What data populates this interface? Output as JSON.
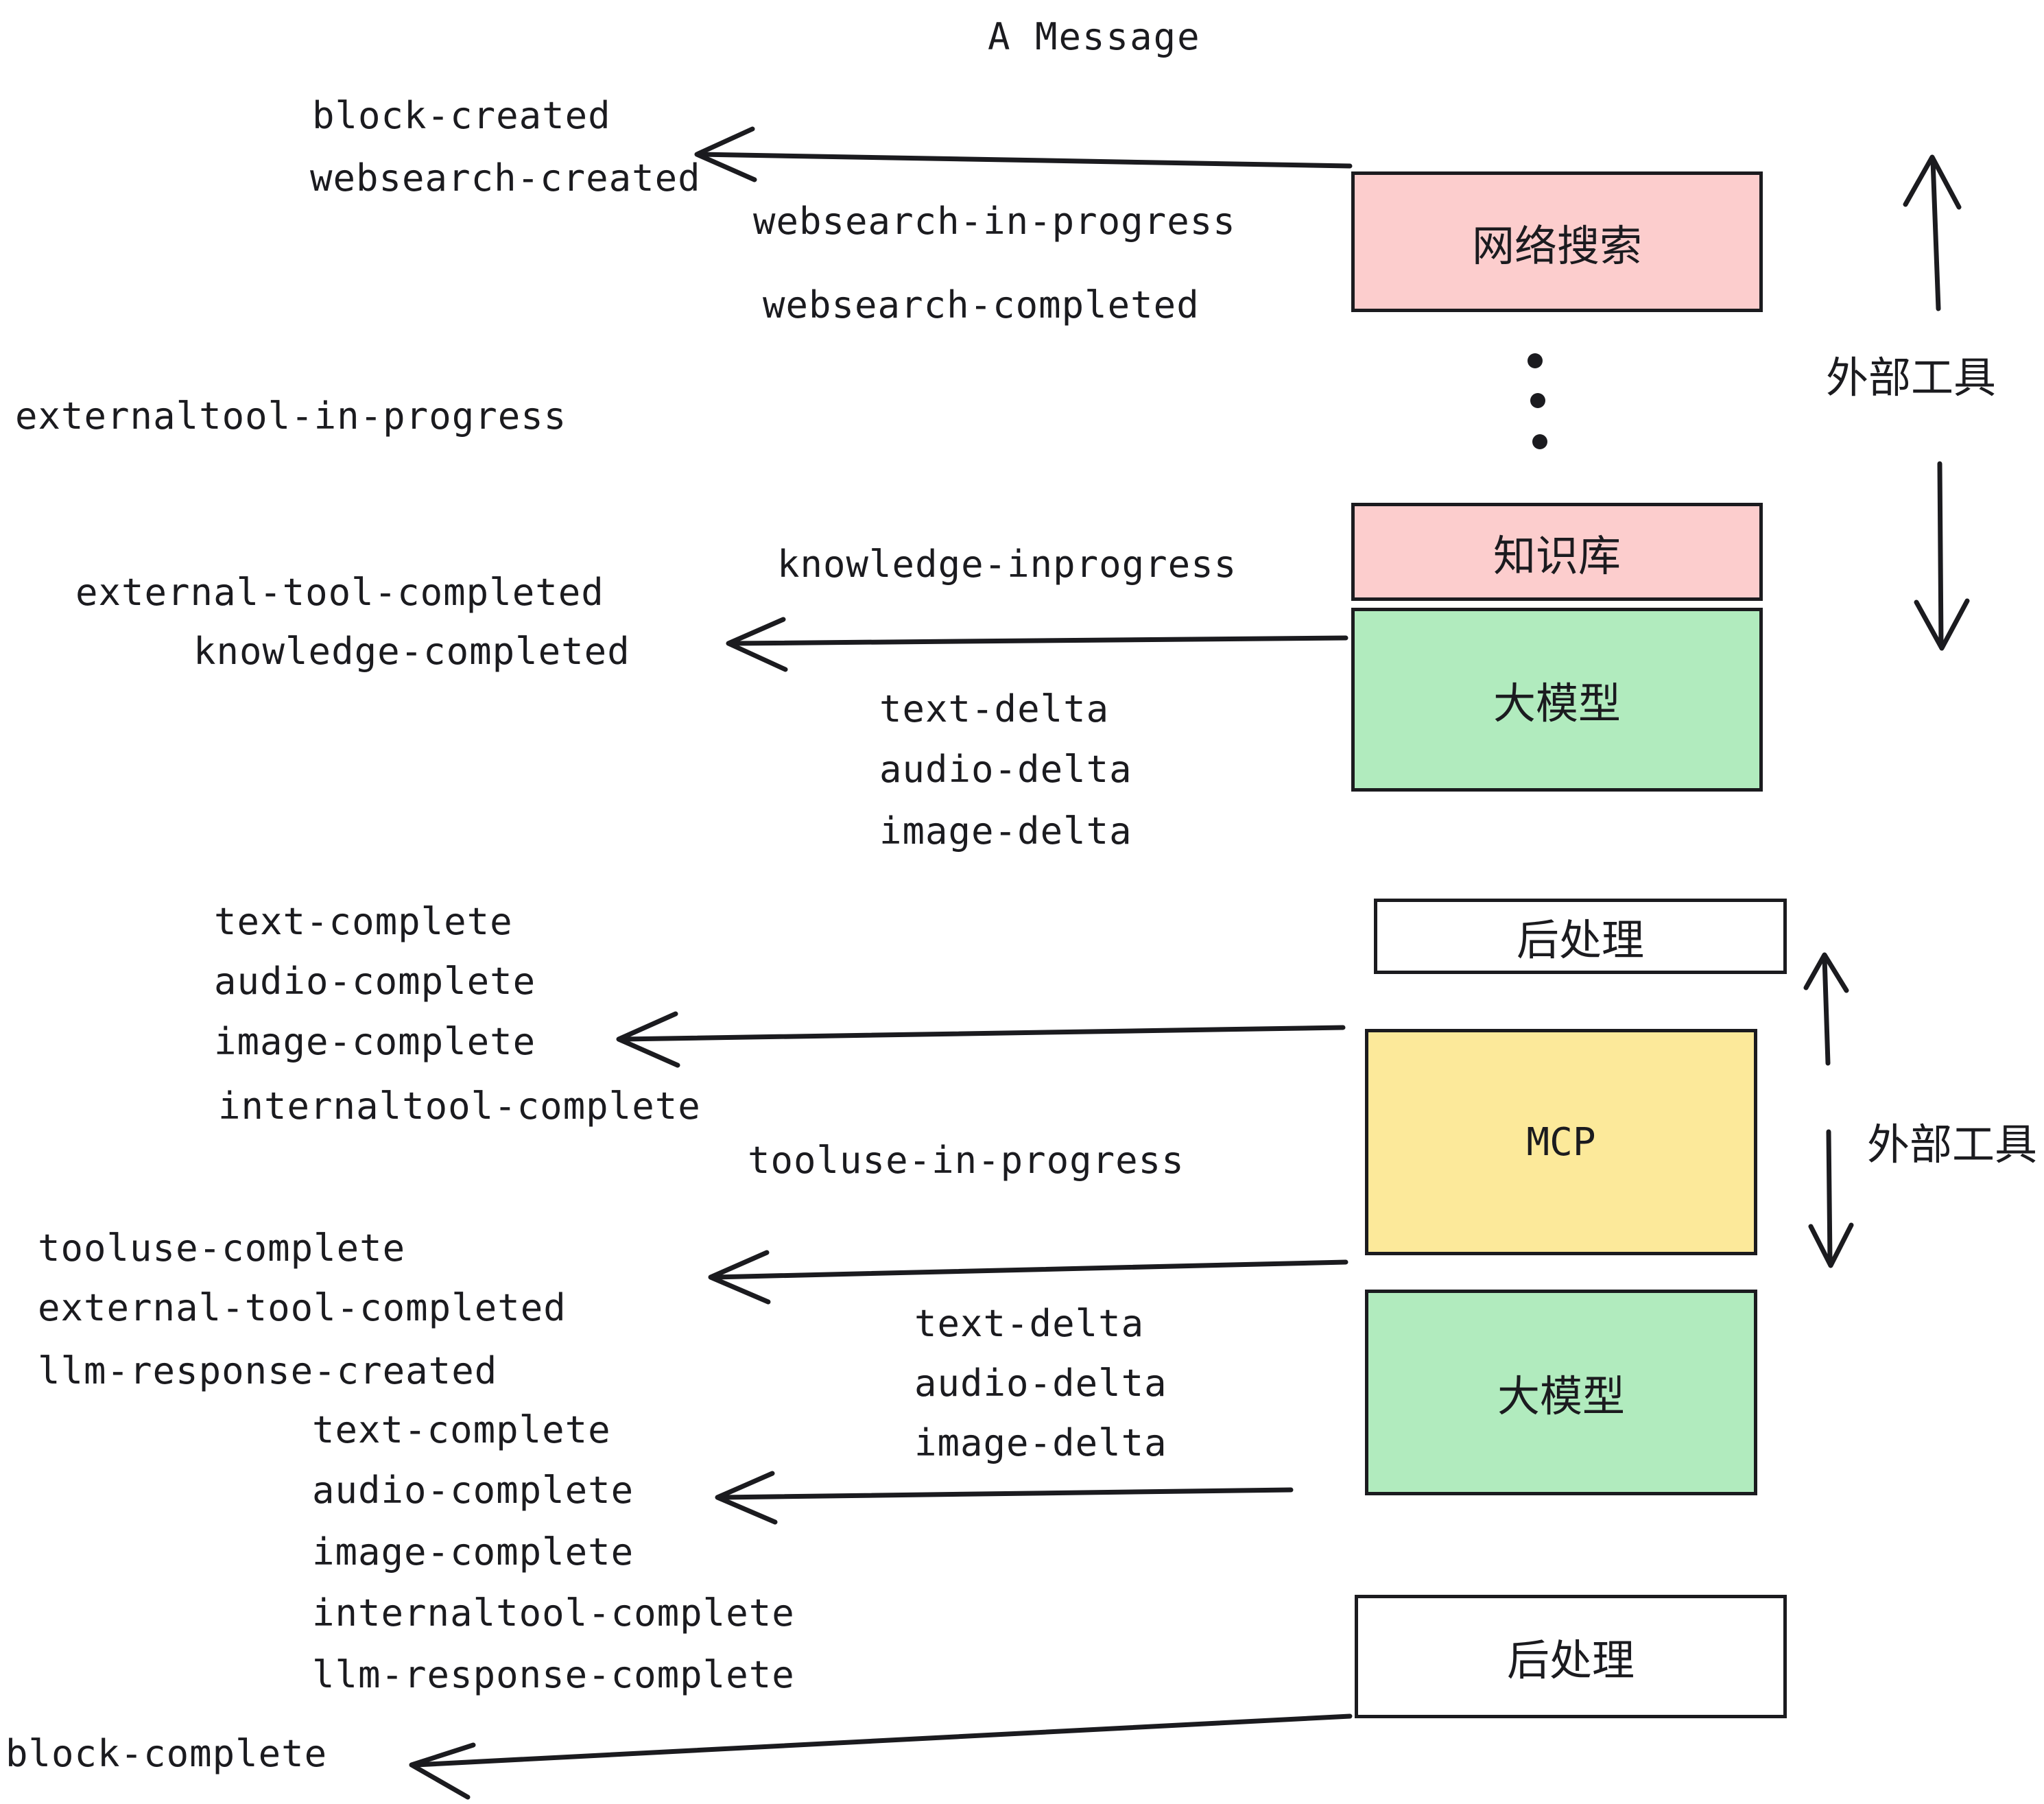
{
  "title": "A Message",
  "events": {
    "block_created": "block-created",
    "websearch_created": "websearch-created",
    "websearch_in_progress": "websearch-in-progress",
    "websearch_completed": "websearch-completed",
    "externaltool_in_progress": "externaltool-in-progress",
    "knowledge_inprogress": "knowledge-inprogress",
    "external_tool_completed_1": "external-tool-completed",
    "knowledge_completed": "knowledge-completed",
    "text_delta_1": "text-delta",
    "audio_delta_1": "audio-delta",
    "image_delta_1": "image-delta",
    "text_complete_1": "text-complete",
    "audio_complete_1": "audio-complete",
    "image_complete_1": "image-complete",
    "internaltool_complete_1": "internaltool-complete",
    "tooluse_in_progress": "tooluse-in-progress",
    "tooluse_complete": "tooluse-complete",
    "external_tool_completed_2": "external-tool-completed",
    "llm_response_created": "llm-response-created",
    "text_delta_2": "text-delta",
    "audio_delta_2": "audio-delta",
    "image_delta_2": "image-delta",
    "text_complete_2": "text-complete",
    "audio_complete_2": "audio-complete",
    "image_complete_2": "image-complete",
    "internaltool_complete_2": "internaltool-complete",
    "llm_response_complete": "llm-response-complete",
    "block_complete": "block-complete"
  },
  "nodes": {
    "websearch": "网络搜索",
    "knowledge": "知识库",
    "llm_1": "大模型",
    "postprocess_1": "后处理",
    "mcp": "MCP",
    "llm_2": "大模型",
    "postprocess_2": "后处理"
  },
  "side_labels": {
    "external_tool_1": "外部工具",
    "external_tool_2": "外部工具"
  },
  "colors": {
    "pink_fill": "#fccdcd",
    "green_fill": "#b1ebbe",
    "yellow_fill": "#fce99a",
    "white_fill": "#ffffff",
    "stroke": "#1b1b1f",
    "text": "#1b1b1f"
  }
}
